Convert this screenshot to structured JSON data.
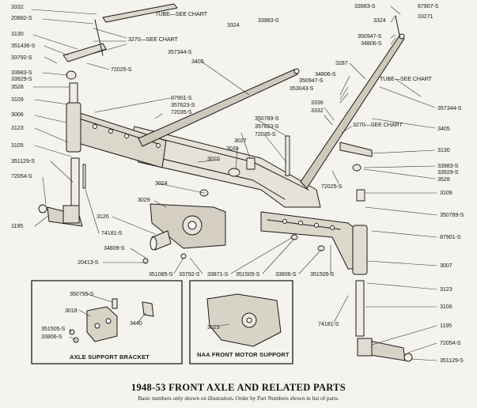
{
  "title": "1948-53 FRONT AXLE AND RELATED PARTS",
  "caption": "Basic numbers only shown on illustration.  Order by Part Numbers shown in list of parts.",
  "insets": {
    "axle_support_bracket": "AXLE SUPPORT BRACKET",
    "naa_front_motor_support": "NAA FRONT MOTOR SUPPORT"
  },
  "labels": [
    "3332",
    "20882-S",
    "3130",
    "351436-S",
    "33792-S",
    "33983-S",
    "33929-S",
    "3528",
    "3109",
    "3006",
    "3123",
    "3105",
    "351129-S",
    "72054-S",
    "1195",
    "3324",
    "33983-S",
    "TUBE—SEE CHART",
    "3270—SEE CHART",
    "357344-S",
    "72025-S",
    "3405",
    "87901-S",
    "357623-S",
    "72035-S",
    "3024",
    "3029",
    "3126",
    "74181-S",
    "34809-S",
    "20413-S",
    "351085-S",
    "33792-S",
    "33871-S",
    "351505-S",
    "33806-S",
    "351505-S",
    "3027",
    "3039",
    "3010",
    "357623-S",
    "72035-S",
    "350789-S",
    "33983-S",
    "3324",
    "87907-S",
    "33271",
    "350947-S",
    "34806-S",
    "3287",
    "34806-S",
    "350947-S",
    "353043-S",
    "TUBE—SEE CHART",
    "357344-S",
    "3336",
    "3332",
    "3270—SEE CHART",
    "3405",
    "3130",
    "33983-S",
    "33929-S",
    "3528",
    "72025-S",
    "3109",
    "350789-S",
    "87901-S",
    "3007",
    "3123",
    "3106",
    "1195",
    "72054-S",
    "351129-S",
    "74181-S",
    "350795-S",
    "3018",
    "351505-S",
    "33806-S",
    "3440",
    "3029"
  ]
}
